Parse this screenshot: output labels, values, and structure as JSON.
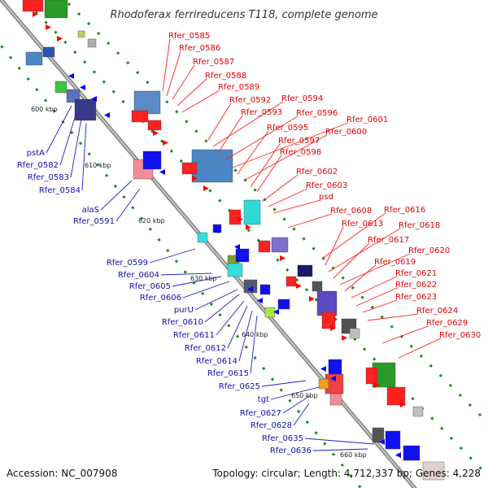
{
  "title": "Rhodoferax ferrireducens T118, complete genome",
  "footer": {
    "accession": "Accession: NC_007908",
    "topology": "Topology: circular; Length: 4,712,337 bp; Genes: 4,228"
  },
  "scale_labels": [
    "600 kbp",
    "610 kbp",
    "620 kbp",
    "630 kbp",
    "640 kbp",
    "650 kbp",
    "660 kbp"
  ],
  "forward_labels": [
    "Rfer_0585",
    "Rfer_0586",
    "Rfer_0587",
    "Rfer_0588",
    "Rfer_0589",
    "Rfer_0592",
    "Rfer_0594",
    "Rfer_0593",
    "Rfer_0596",
    "Rfer_0601",
    "Rfer_0595",
    "Rfer_0600",
    "Rfer_0597",
    "Rfer_0598",
    "Rfer_0602",
    "Rfer_0603",
    "psd",
    "Rfer_0608",
    "Rfer_0616",
    "Rfer_0613",
    "Rfer_0618",
    "Rfer_0617",
    "Rfer_0620",
    "Rfer_0619",
    "Rfer_0621",
    "Rfer_0622",
    "Rfer_0623",
    "Rfer_0624",
    "Rfer_0629",
    "Rfer_0630"
  ],
  "reverse_labels": [
    "pstA",
    "Rfer_0582",
    "Rfer_0583",
    "Rfer_0584",
    "alaS",
    "Rfer_0591",
    "Rfer_0599",
    "Rfer_0604",
    "Rfer_0605",
    "Rfer_0606",
    "purU",
    "Rfer_0610",
    "Rfer_0611",
    "Rfer_0612",
    "Rfer_0614",
    "Rfer_0615",
    "Rfer_0625",
    "tgt",
    "Rfer_0627",
    "Rfer_0628",
    "Rfer_0635",
    "Rfer_0636"
  ],
  "colors": {
    "backbone": "#8c8c8c",
    "forward_cds": "#ff0000",
    "reverse_cds": "#0000ff",
    "forward_label": "#e00000",
    "reverse_label": "#1010b0",
    "scale_dots": "#1a8a1a"
  }
}
